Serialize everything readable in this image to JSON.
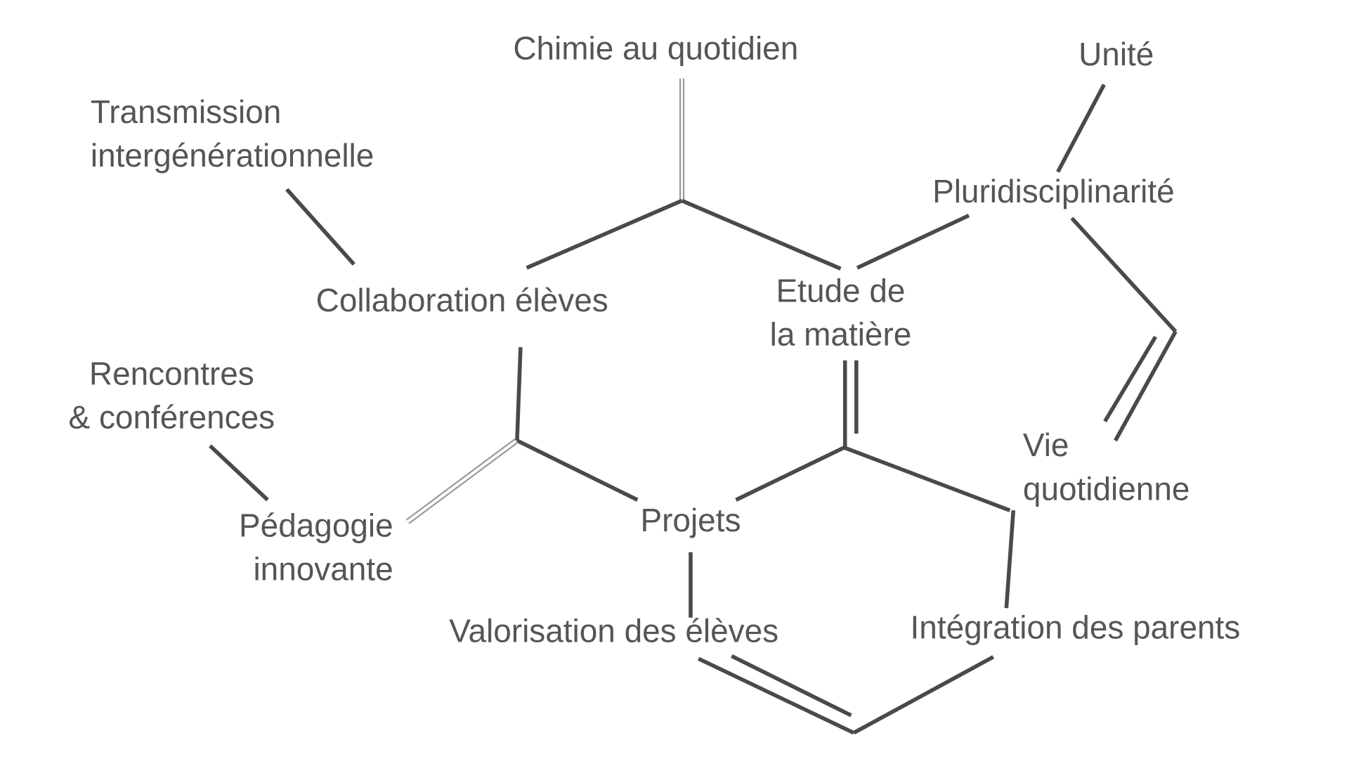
{
  "diagram": {
    "colors": {
      "line": "#4a4a4a",
      "text": "#555555",
      "thin_line": "#9a9a9a"
    },
    "nodes": {
      "chimie": "Chimie au quotidien",
      "unite": "Unité",
      "transmission_1": "Transmission",
      "transmission_2": "intergénérationnelle",
      "pluri": "Pluridisciplinarité",
      "collaboration": "Collaboration élèves",
      "etude_1": "Etude de",
      "etude_2": "la matière",
      "rencontres_1": "Rencontres",
      "rencontres_2": "& conférences",
      "vie_1": "Vie",
      "vie_2": "quotidienne",
      "pedagogie_1": "Pédagogie",
      "pedagogie_2": "innovante",
      "projets": "Projets",
      "valorisation": "Valorisation des élèves",
      "integration": "Intégration des parents"
    }
  }
}
